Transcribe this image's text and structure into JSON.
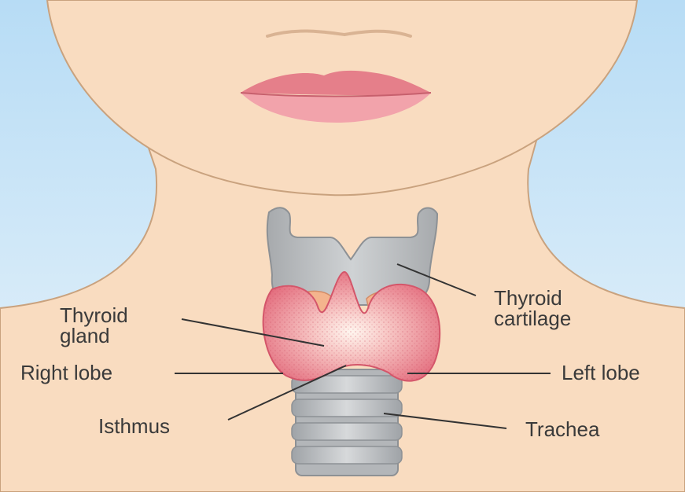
{
  "labels": {
    "thyroid_gland": [
      "Thyroid",
      "gland"
    ],
    "thyroid_cartilage": [
      "Thyroid",
      "cartilage"
    ],
    "right_lobe": "Right lobe",
    "left_lobe": "Left lobe",
    "isthmus": "Isthmus",
    "trachea": "Trachea"
  },
  "colors": {
    "sky_top": "#b7dcf5",
    "sky_bottom": "#eaf4fb",
    "skin": "#f9dcc0",
    "skin_outline": "#c9a27e",
    "lips": "#e98a93",
    "cartilage": "#b9bcbf",
    "thyroid": "#e46a7a",
    "label_text": "#3a3a3a",
    "leader_line": "#333333"
  }
}
